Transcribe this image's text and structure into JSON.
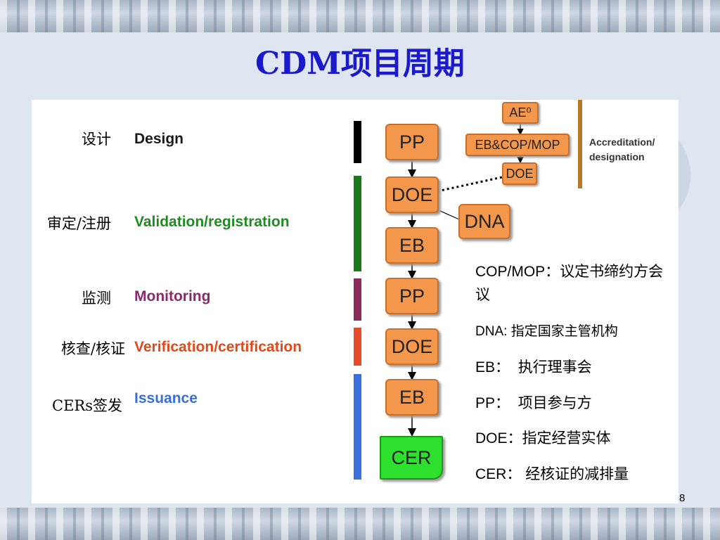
{
  "title": "CDM项目周期",
  "stages": [
    {
      "cn": "设计",
      "en": "Design",
      "color": "#1a1a1a",
      "bar_color": "#000000"
    },
    {
      "cn": "审定/注册",
      "en": "Validation/registration",
      "color": "#1f8a1f",
      "bar_color": "#1a7a1a"
    },
    {
      "cn": "监测",
      "en": "Monitoring",
      "color": "#8a2a6a",
      "bar_color": "#8a2a5a"
    },
    {
      "cn": "核查/核证",
      "en": "Verification/certification",
      "color": "#e24a1a",
      "bar_color": "#e84a2a"
    },
    {
      "cn": "CERs签发",
      "en": "Issuance",
      "color": "#3a6fd6",
      "bar_color": "#3a6fe0"
    }
  ],
  "flow": [
    "PP",
    "DOE",
    "EB",
    "PP",
    "DOE",
    "EB",
    "CER"
  ],
  "dna_box": "DNA",
  "accreditation": {
    "boxes": [
      "AE⁰",
      "EB&COP/MOP",
      "DOE"
    ],
    "label_line1": "Accreditation/",
    "label_line2": "designation",
    "bar_color": "#b87a2a"
  },
  "legend": [
    {
      "abbr": "COP/MOP：",
      "desc": "议定书缔约方会议"
    },
    {
      "abbr": "DNA: ",
      "desc": "指定国家主管机构"
    },
    {
      "abbr": "EB：",
      "desc": "执行理事会"
    },
    {
      "abbr": "PP：",
      "desc": "项目参与方"
    },
    {
      "abbr": "DOE：",
      "desc": "指定经营实体"
    },
    {
      "abbr": "CER：",
      "desc": "经核证的减排量"
    }
  ],
  "page_number": "8",
  "colors": {
    "title": "#1a1acc",
    "box_fill": "#f3974c",
    "cer_fill": "#2ee02e"
  }
}
